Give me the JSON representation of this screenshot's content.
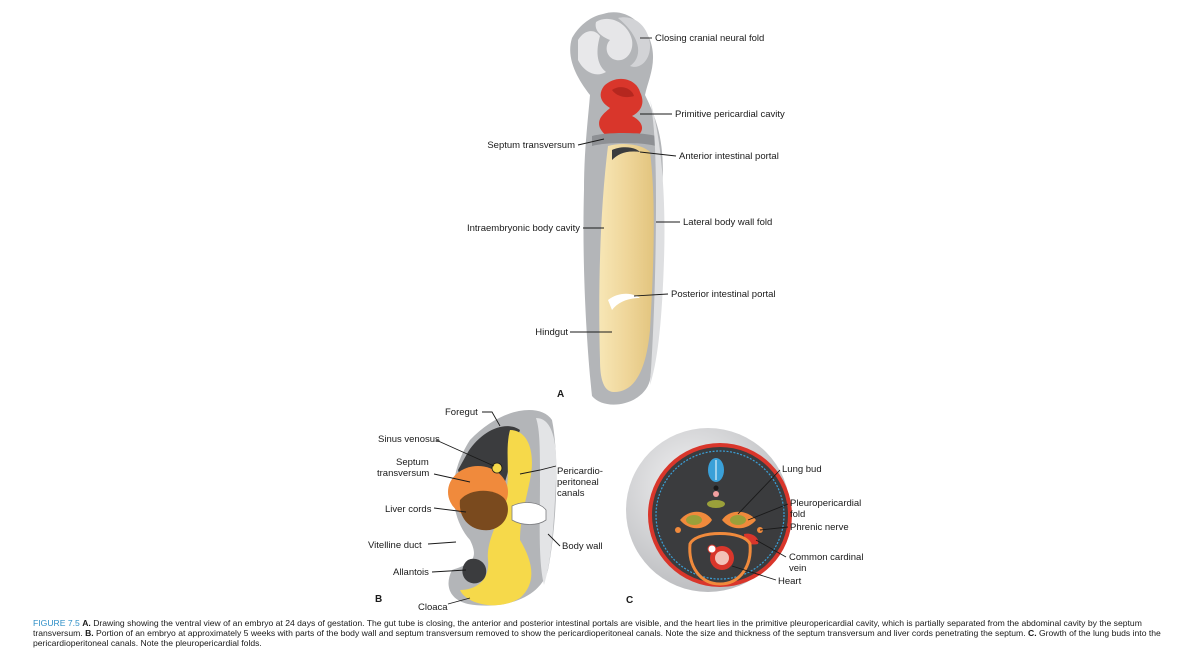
{
  "panels": {
    "a": "A",
    "b": "B",
    "c": "C"
  },
  "labels_a": {
    "closing_cranial_neural_fold": "Closing cranial neural fold",
    "primitive_pericardial_cavity": "Primitive pericardial cavity",
    "septum_transversum": "Septum transversum",
    "anterior_intestinal_portal": "Anterior intestinal portal",
    "intraembryonic_body_cavity": "Intraembryonic body cavity",
    "lateral_body_wall_fold": "Lateral body wall fold",
    "posterior_intestinal_portal": "Posterior intestinal portal",
    "hindgut": "Hindgut"
  },
  "labels_b": {
    "foregut": "Foregut",
    "sinus_venosus": "Sinus venosus",
    "septum_1": "Septum",
    "septum_2": "transversum",
    "pericardio_1": "Pericardio-",
    "pericardio_2": "peritoneal",
    "pericardio_3": "canals",
    "liver_cords": "Liver cords",
    "vitelline_duct": "Vitelline duct",
    "body_wall": "Body wall",
    "allantois": "Allantois",
    "cloaca": "Cloaca"
  },
  "labels_c": {
    "lung_bud": "Lung bud",
    "pleuro_1": "Pleuropericardial",
    "pleuro_2": "fold",
    "phrenic_nerve": "Phrenic nerve",
    "ccv_1": "Common cardinal",
    "ccv_2": "vein",
    "heart": "Heart"
  },
  "caption": {
    "figure_number": "FIGURE 7.5",
    "a_label": "A.",
    "a_text": "Drawing showing the ventral view of an embryo at 24 days of gestation. The gut tube is closing, the anterior and posterior intestinal portals are visible, and the heart lies in the primitive pleuropericardial cavity, which is partially separated from the abdominal cavity by the septum transversum.",
    "b_label": "B.",
    "b_text": "Portion of an embryo at approximately 5 weeks with parts of the body wall and septum transversum removed to show the pericardioperitoneal canals. Note the size and thickness of the septum transversum and liver cords penetrating the septum.",
    "c_label": "C.",
    "c_text": "Growth of the lung buds into the pericardioperitoneal canals. Note the pleuropericardial folds."
  },
  "colors": {
    "body_gray": "#a7a9ac",
    "body_light": "#d9dadc",
    "yolk": "#f2dc9e",
    "heart_red": "#d9362b",
    "liver_orange": "#f08a3c",
    "liver_brown": "#7a4a1e",
    "gut_yellow": "#f6d94a",
    "cavity_dark": "#3b3c3e",
    "caption_blue": "#2f8fc7"
  }
}
